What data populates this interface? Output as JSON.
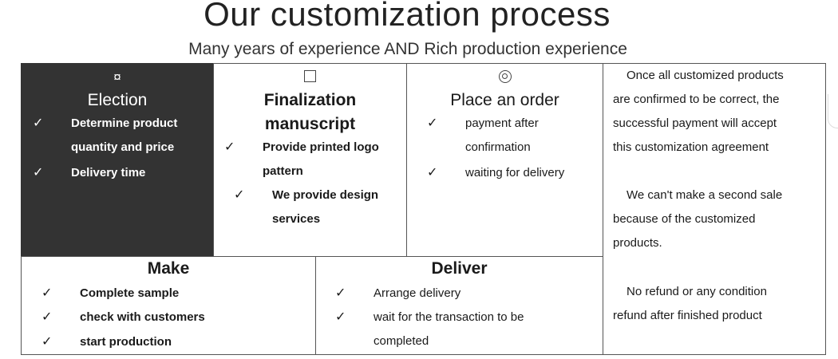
{
  "header": {
    "title": "Our customization process",
    "subtitle": "Many years of experience AND Rich production experience"
  },
  "steps": {
    "election": {
      "icon": "sun-icon",
      "title": "Election",
      "items": [
        "Determine product",
        "quantity and price",
        "Delivery time"
      ]
    },
    "finalization": {
      "icon": "square-checkbox-icon",
      "title_line1": "Finalization",
      "title_line2": "manuscript",
      "items": [
        "Provide printed logo",
        "pattern",
        "We provide design",
        "services"
      ]
    },
    "order": {
      "icon": "radio-circle-icon",
      "title": "Place an order",
      "items": [
        "payment after",
        "confirmation",
        "waiting for delivery"
      ]
    },
    "make": {
      "title": "Make",
      "items": [
        "Complete sample",
        "check with customers",
        "start production"
      ]
    },
    "deliver": {
      "title": "Deliver",
      "items": [
        "Arrange delivery",
        "wait for the transaction to be",
        "completed"
      ]
    }
  },
  "notes": {
    "p1": [
      "Once all customized products",
      "are confirmed to be correct, the",
      "successful payment will accept",
      "this customization agreement"
    ],
    "p2": [
      "We can't make a second sale",
      "because of the customized",
      "products."
    ],
    "p3": [
      "No refund or any condition",
      "refund after finished product"
    ]
  },
  "check_mark": "✓",
  "colors": {
    "dark_cell": "#333333",
    "border": "#555555",
    "text": "#1a1a1a"
  }
}
